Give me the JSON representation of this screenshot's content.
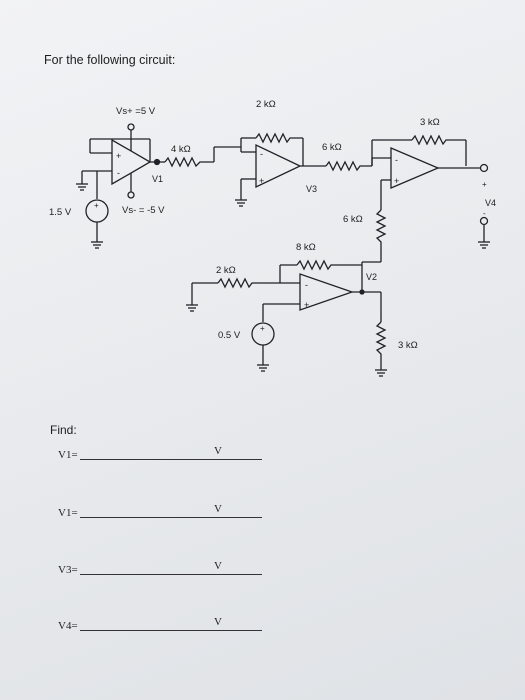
{
  "heading": "For the following circuit:",
  "circuit": {
    "vs_plus": "Vs+ =5 V",
    "vs_minus": "Vs- = -5 V",
    "source_left": "1.5 V",
    "source_mid": "0.5 V",
    "r_4k": "4 kΩ",
    "r_2k_top": "2 kΩ",
    "r_6k_series": "6 kΩ",
    "r_3k_top": "3 kΩ",
    "r_6k_shunt": "6 kΩ",
    "r_8k": "8 kΩ",
    "r_2k_mid": "2 kΩ",
    "r_3k_bottom": "3 kΩ",
    "v1": "V1",
    "v2": "V2",
    "v3": "V3",
    "v4": "V4",
    "plus": "+",
    "minus": "-"
  },
  "find": {
    "title": "Find:",
    "rows": [
      {
        "label": "V1=",
        "unit": "V"
      },
      {
        "label": "V1=",
        "unit": "V"
      },
      {
        "label": "V3=",
        "unit": "V"
      },
      {
        "label": "V4=",
        "unit": "V"
      }
    ]
  }
}
